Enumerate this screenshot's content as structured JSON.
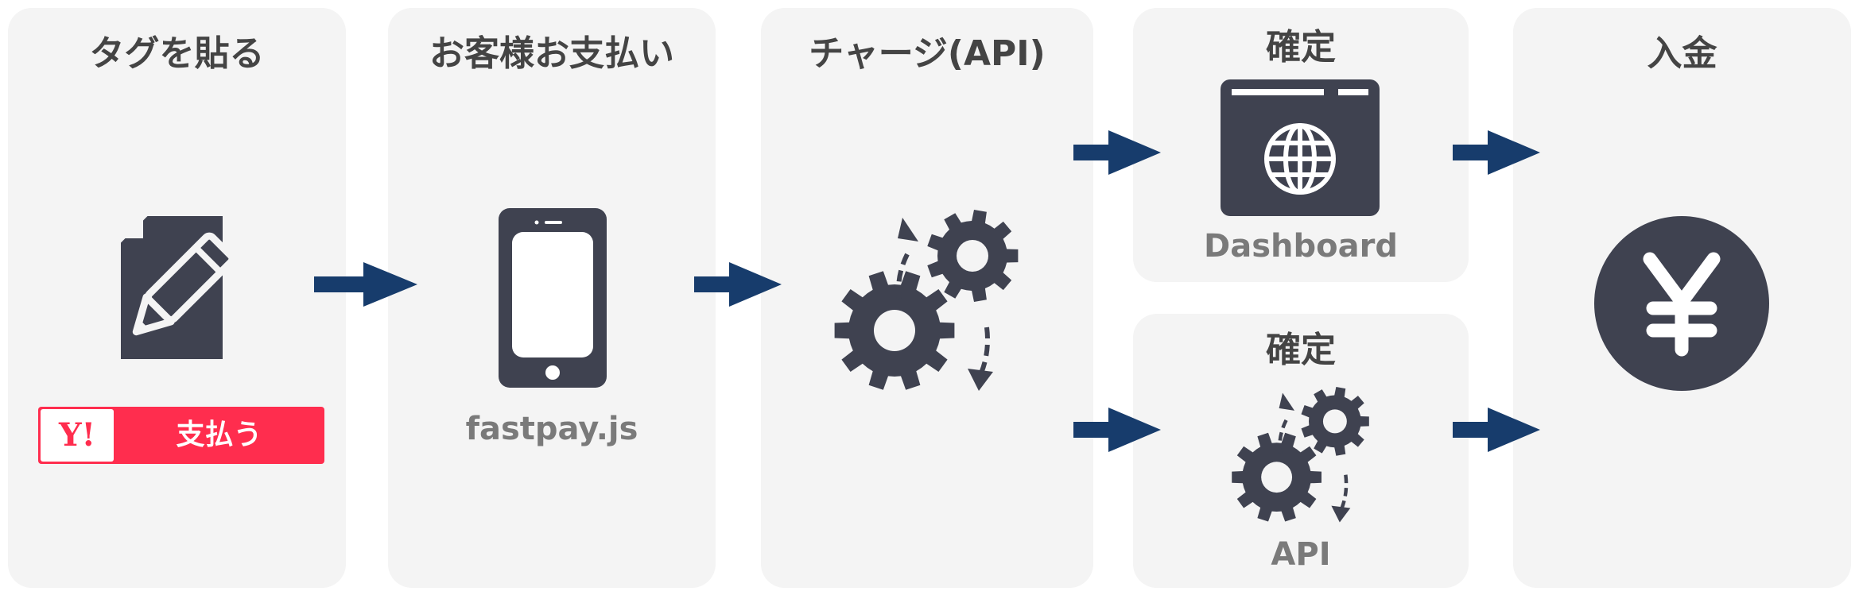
{
  "steps": {
    "tag": {
      "title": "タグを貼る",
      "button": {
        "logo": "Y!",
        "label": "支払う"
      }
    },
    "payment": {
      "title": "お客様お支払い",
      "caption": "fastpay.js"
    },
    "charge": {
      "title": "チャージ(API)"
    },
    "confirm_dashboard": {
      "title": "確定",
      "caption": "Dashboard"
    },
    "confirm_api": {
      "title": "確定",
      "caption": "API"
    },
    "deposit": {
      "title": "入金"
    }
  },
  "colors": {
    "panel": "#f4f4f4",
    "icon": "#3f4250",
    "arrow": "#173c6c",
    "title": "#444444",
    "caption": "#7a7a7a",
    "pay_button": "#ff2d4e"
  },
  "icons": {
    "tag": "document-pencil-icon",
    "payment": "smartphone-icon",
    "charge": "gears-icon",
    "dashboard": "browser-globe-icon",
    "api": "gears-icon",
    "deposit": "yen-coin-icon"
  }
}
